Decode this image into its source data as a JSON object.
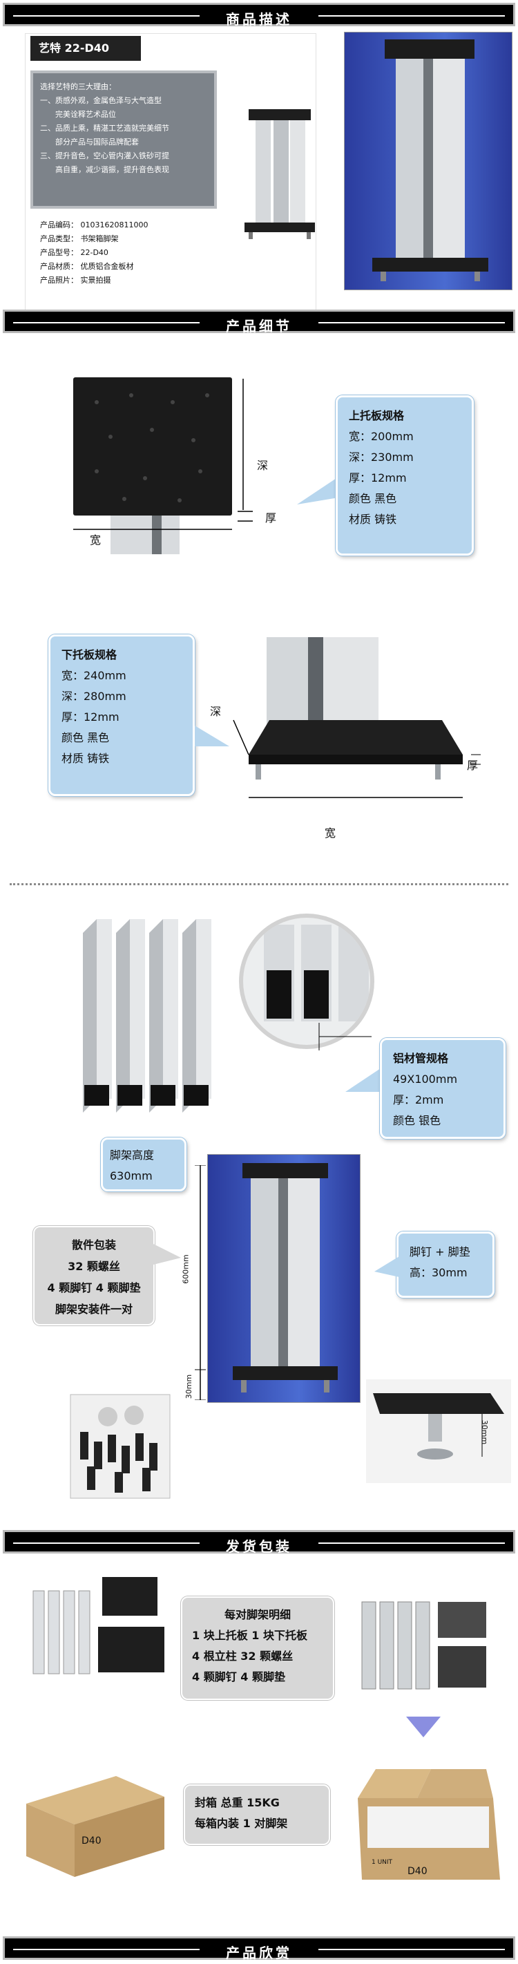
{
  "sections": {
    "description": "商品描述",
    "details": "产品细节",
    "shipping": "发货包装",
    "gallery": "产品欣赏"
  },
  "intro": {
    "brand": "艺特 22-D40",
    "reasons": [
      "选择艺特的三大理由：",
      "一、质感外观，金属色泽与大气造型",
      "　　完美诠释艺术品位",
      "二、品质上乘，精湛工艺造就完美细节",
      "　　部分产品与国际品牌配套",
      "三、提升音色，空心管内灌入铁砂可提",
      "　　高自重，减少谐振，提升音色表现"
    ],
    "specs": [
      "产品编码： 01031620811000",
      "产品类型： 书架箱脚架",
      "产品型号： 22-D40",
      "产品材质： 优质铝合金板材",
      "产品照片： 实景拍摄"
    ]
  },
  "top_plate": {
    "title": "上托板规格",
    "lines": [
      "宽：200mm",
      "深：230mm",
      "厚：12mm",
      "颜色  黑色",
      "材质  铸铁"
    ],
    "dim_width": "宽",
    "dim_depth": "深",
    "dim_thick": "厚"
  },
  "bottom_plate": {
    "title": "下托板规格",
    "lines": [
      "宽：240mm",
      "深：280mm",
      "厚：12mm",
      "颜色  黑色",
      "材质  铸铁"
    ],
    "dim_width": "宽",
    "dim_depth": "深",
    "dim_thick": "厚"
  },
  "tube": {
    "title": "铝材管规格",
    "lines": [
      "49X100mm",
      "厚：2mm",
      "颜色  银色"
    ]
  },
  "height": {
    "lines": [
      "脚架高度",
      "630mm"
    ],
    "dim_main": "600mm",
    "dim_foot": "30mm"
  },
  "parts": {
    "lines": [
      "散件包装",
      "32 颗螺丝",
      "4 颗脚钉 4 颗脚垫",
      "脚架安装件一对"
    ]
  },
  "spikes": {
    "lines": [
      "脚钉 + 脚垫",
      "高：30mm"
    ],
    "dim": "30mm"
  },
  "package": {
    "list": [
      "每对脚架明细",
      "1 块上托板  1 块下托板",
      "4 根立柱    32 颗螺丝",
      "4 颗脚钉    4 颗脚垫"
    ],
    "box": [
      "封箱     总重 15KG",
      "每箱内装 1 对脚架"
    ],
    "box_label": "D40",
    "box_unit": "1 UNIT"
  },
  "colors": {
    "callout_blue": "#b7d6ee",
    "plate_black": "#1f1f1f",
    "aluminum": "#c9ccd0",
    "backdrop_blue": "#2d3fa8"
  }
}
